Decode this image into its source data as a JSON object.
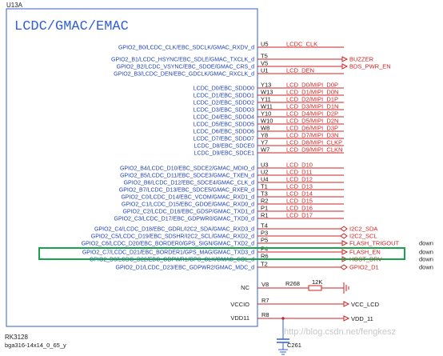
{
  "part": {
    "ref": "U13A",
    "block_title": "LCDC/GMAC/EMAC",
    "chip": "RK3128",
    "package": "bga316-14x14_0_65_y"
  },
  "colors": {
    "pin_label": "#1d3fb8",
    "box": "#2f5fd6",
    "net": "#d22222",
    "highlight": "#16a34a"
  },
  "pins": [
    {
      "label": "GPIO2_B0/LCDC_CLK/EBC_SDCLK/GMAC_RXDV_d",
      "num": "U5",
      "net": "LCDC_CLK",
      "port": "none",
      "side": ""
    },
    {
      "label": "GPIO2_B1/LCDC_HSYNC/EBC_SDLE/GMAC_TXCLK_d",
      "num": "T5",
      "net": "",
      "port": "none",
      "side": ""
    },
    {
      "label": "GPIO2_B2/LCDC_VSYNC/EBC_SDOE/GMAC_CRS_d",
      "num": "V5",
      "net": "",
      "port": "none",
      "side": ""
    },
    {
      "label": "GPIO2_B3/LCDC_DEN/EBC_GDCLK/GMAC_RXCLK_d",
      "num": "U1",
      "net": "LCD_DEN",
      "port": "none",
      "side": ""
    },
    {
      "label": "LCDC_D0/EBC_SDDO0",
      "num": "Y13",
      "net": "LCD_D0/MIPI_D0P",
      "port": "none",
      "side": ""
    },
    {
      "label": "LCDC_D1/EBC_SDDO1",
      "num": "W13",
      "net": "LCD_D1/MIPI_D0N",
      "port": "none",
      "side": ""
    },
    {
      "label": "LCDC_D2/EBC_SDDO2",
      "num": "Y11",
      "net": "LCD_D2/MIPI_D1P",
      "port": "none",
      "side": ""
    },
    {
      "label": "LCDC_D3/EBC_SDDO3",
      "num": "W11",
      "net": "LCD_D3/MIPI_D1N",
      "port": "none",
      "side": ""
    },
    {
      "label": "LCDC_D4/EBC_SDDO4",
      "num": "Y10",
      "net": "LCD_D4/MIPI_D2P",
      "port": "none",
      "side": ""
    },
    {
      "label": "LCDC_D5/EBC_SDDO5",
      "num": "W10",
      "net": "LCD_D5/MIPI_D2N",
      "port": "none",
      "side": ""
    },
    {
      "label": "LCDC_D6/EBC_SDDO6",
      "num": "W8",
      "net": "LCD_D6/MIPI_D3P",
      "port": "none",
      "side": ""
    },
    {
      "label": "LCDC_D7/EBC_SDDO7",
      "num": "Y8",
      "net": "LCD_D7/MIPI_D3N",
      "port": "none",
      "side": ""
    },
    {
      "label": "LCDC_D8/EBC_SDCE0",
      "num": "Y7",
      "net": "LCD_D8/MIPI_CLKP",
      "port": "none",
      "side": ""
    },
    {
      "label": "LCDC_D9/EBC_SDCE1",
      "num": "W7",
      "net": "LCD_D9/MIPI_CLKN",
      "port": "none",
      "side": ""
    },
    {
      "label": "GPIO2_B4/LCDC_D10/EBC_SDCE2/GMAC_MDIO_d",
      "num": "U3",
      "net": "LCD_D10",
      "port": "none",
      "side": ""
    },
    {
      "label": "GPIO2_B5/LCDC_D11/EBC_SDCE3/GMAC_TXEN_d",
      "num": "U2",
      "net": "LCD_D11",
      "port": "none",
      "side": ""
    },
    {
      "label": "GPIO2_B6/LCDC_D12/EBC_SDCE4/GMAC_CLK_d",
      "num": "U4",
      "net": "LCD_D12",
      "port": "none",
      "side": ""
    },
    {
      "label": "GPIO2_B7/LCDC_D13/EBC_SDCE5/GMAC_RXER_d",
      "num": "T1",
      "net": "LCD_D13",
      "port": "none",
      "side": ""
    },
    {
      "label": "GPIO2_C0/LCDC_D14/EBC_VCOM/GMAC_RXD1_d",
      "num": "T3",
      "net": "LCD_D14",
      "port": "none",
      "side": ""
    },
    {
      "label": "GPIO2_C1/LCDC_D15/EBC_GDOE/GMAC_RXD0_d",
      "num": "R2",
      "net": "LCD_D15",
      "port": "none",
      "side": ""
    },
    {
      "label": "GPIO2_C2/LCDC_D16/EBC_GDSP/GMAC_TXD1_d",
      "num": "P1",
      "net": "LCD_D16",
      "port": "none",
      "side": ""
    },
    {
      "label": "GPIO2_C3/LCDC_D17/EBC_GDPWR0/GMAC_TXD0_d",
      "num": "R1",
      "net": "LCD_D17",
      "port": "none",
      "side": ""
    },
    {
      "label": "GPIO2_C4/LCDC_D18/EBC_GDRL/I2C2_SDA/GMAC_RXD3_d",
      "num": "T4",
      "net": "I2C2_SDA",
      "port": "bidir",
      "side": ""
    },
    {
      "label": "GPIO2_C5/LCDC_D19/EBC_SDSHR/I2C2_SCL/GMAC_RXD2_d",
      "num": "P3",
      "net": "I2C2_SCL",
      "port": "bidir",
      "side": ""
    },
    {
      "label": "GPIO2_C6/LCDC_D20/EBC_BORDER0/GPS_SIGN/GMAC_TXD2_d",
      "num": "P5",
      "net": "FLASH_TRIGOUT",
      "port": "out",
      "side": "down"
    },
    {
      "label": "GPIO2_C7/LCDC_D21/EBC_BORDER1/GPS_MAG/GMAC_TXD3_d",
      "num": "P4",
      "net": "FLASH_EN",
      "port": "out",
      "side": "down"
    },
    {
      "label": "GPIO2_D0/LCDC_D22/EBC_GDPWR1/GPS_CLK/GMAC_COL_d",
      "num": "R6",
      "net": "HOST_DRV",
      "port": "out",
      "side": "down"
    },
    {
      "label": "GPIO2_D1/LCDC_D23/EBC_GDPWR2/GMAC_MDC_d",
      "num": "T2",
      "net": "GPIO2_D1",
      "port": "bidir",
      "side": "down"
    }
  ],
  "side_nets": [
    {
      "net": "BUZZER",
      "port": "out"
    },
    {
      "net": "BDS_PWR_EN",
      "port": "out"
    }
  ],
  "power": [
    {
      "label": "NC",
      "num": "V8",
      "net": "R268",
      "value": "12K"
    },
    {
      "label": "VCCIO",
      "num": "R7",
      "net": "VCC_LCD"
    },
    {
      "label": "VDD11",
      "num": "R8",
      "net": "VDD_11",
      "cap": "C261"
    }
  ],
  "watermark": "http://blog.csdn.net/fengkesz"
}
